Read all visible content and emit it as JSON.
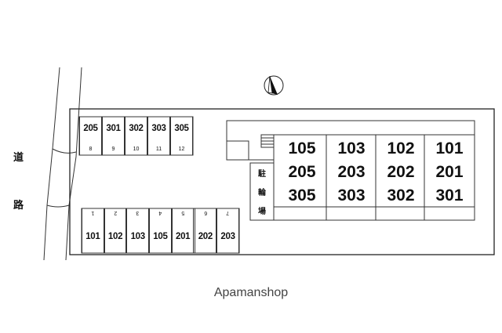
{
  "road": {
    "chars": [
      "道",
      "路"
    ]
  },
  "north_marker": {
    "icon": "north-arrow-icon"
  },
  "parking_top": [
    {
      "unit": "205",
      "space": "8"
    },
    {
      "unit": "301",
      "space": "9"
    },
    {
      "unit": "302",
      "space": "10"
    },
    {
      "unit": "303",
      "space": "11"
    },
    {
      "unit": "305",
      "space": "12"
    }
  ],
  "parking_bottom": [
    {
      "unit": "101",
      "space": "1"
    },
    {
      "unit": "102",
      "space": "2"
    },
    {
      "unit": "103",
      "space": "3"
    },
    {
      "unit": "105",
      "space": "4"
    },
    {
      "unit": "201",
      "space": "5"
    },
    {
      "unit": "202",
      "space": "6"
    },
    {
      "unit": "203",
      "space": "7"
    }
  ],
  "bicycle_parking": {
    "chars": [
      "駐",
      "輪",
      "場"
    ]
  },
  "building_columns": [
    [
      "105",
      "205",
      "305"
    ],
    [
      "103",
      "203",
      "303"
    ],
    [
      "102",
      "202",
      "302"
    ],
    [
      "101",
      "201",
      "301"
    ]
  ],
  "brand": "Apamanshop"
}
